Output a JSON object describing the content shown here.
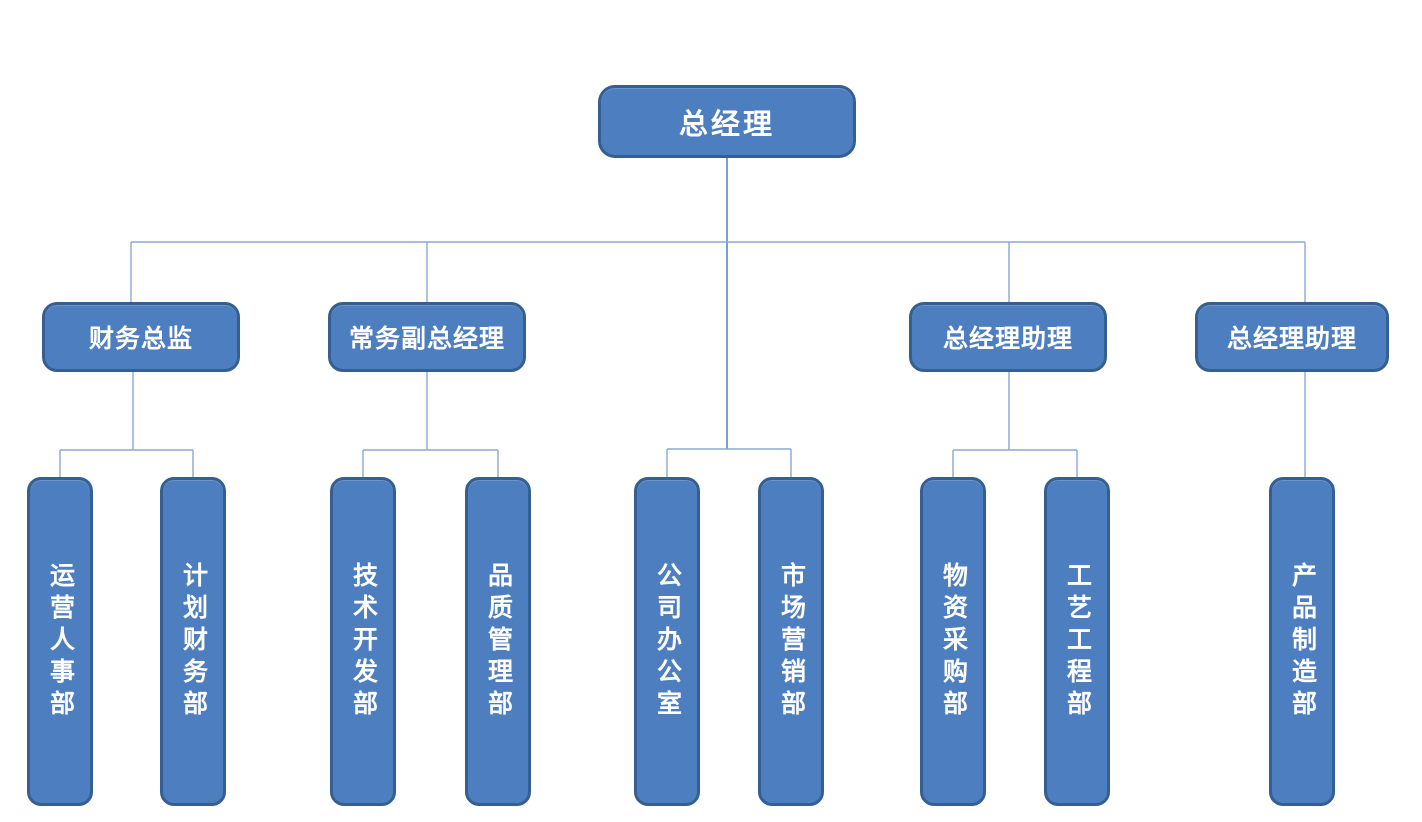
{
  "colors": {
    "node_fill": "#4d7ebf",
    "node_border": "#365f91",
    "node_text": "#ffffff",
    "connector_trunk": "#5d87ba",
    "connector_branch": "#8aa9d4",
    "background": "#ffffff"
  },
  "org_chart": {
    "type": "organization-chart",
    "root": {
      "label": "总经理"
    },
    "root_direct_children": [
      {
        "label": "公司办公室"
      },
      {
        "label": "市场营销部"
      }
    ],
    "branches": [
      {
        "label": "财务总监",
        "children": [
          {
            "label": "运营人事部"
          },
          {
            "label": "计划财务部"
          }
        ]
      },
      {
        "label": "常务副总经理",
        "children": [
          {
            "label": "技术开发部"
          },
          {
            "label": "品质管理部"
          }
        ]
      },
      {
        "label": "总经理助理",
        "children": [
          {
            "label": "物资采购部"
          },
          {
            "label": "工艺工程部"
          }
        ]
      },
      {
        "label": "总经理助理",
        "children": [
          {
            "label": "产品制造部"
          }
        ]
      }
    ]
  }
}
